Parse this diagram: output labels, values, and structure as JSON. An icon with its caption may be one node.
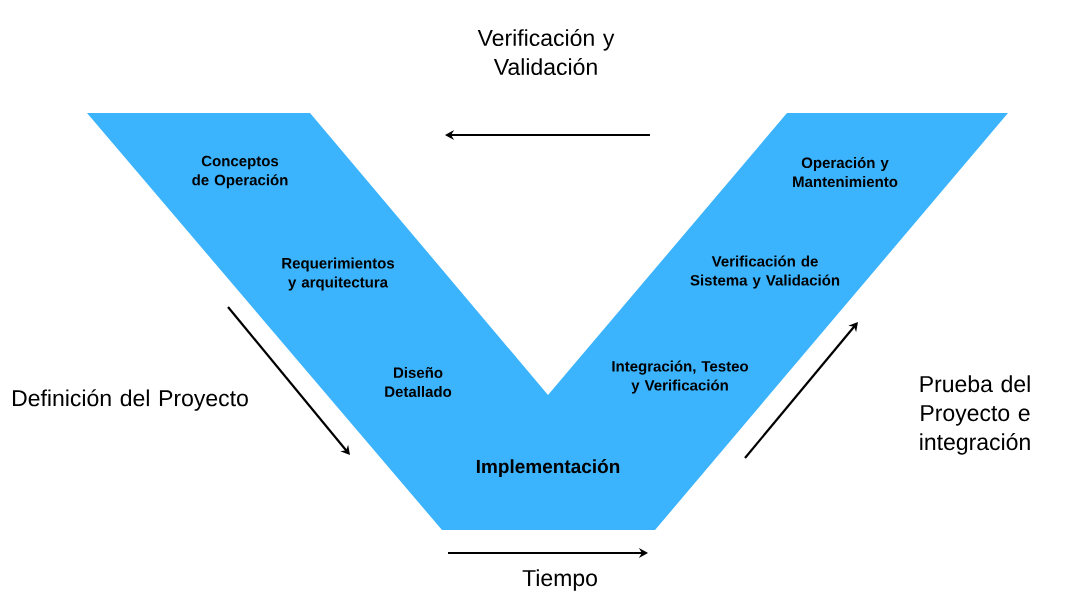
{
  "diagram": {
    "nodes": [
      {
        "text": [
          "Conceptos de Operación",
          "Requerimientos y arquitectura",
          "Diseño Detallado",
          "Implementación",
          "Integración, Testeo y Verificación",
          "Verificación de Sistema y Validación",
          "Operación y Mantenimiento"
        ]
      }
    ],
    "labels": [
      "Verificación y Validación",
      "Definición del Proyecto",
      "Prueba del Proyecto e integración",
      "Tiempo"
    ]
  }
}
